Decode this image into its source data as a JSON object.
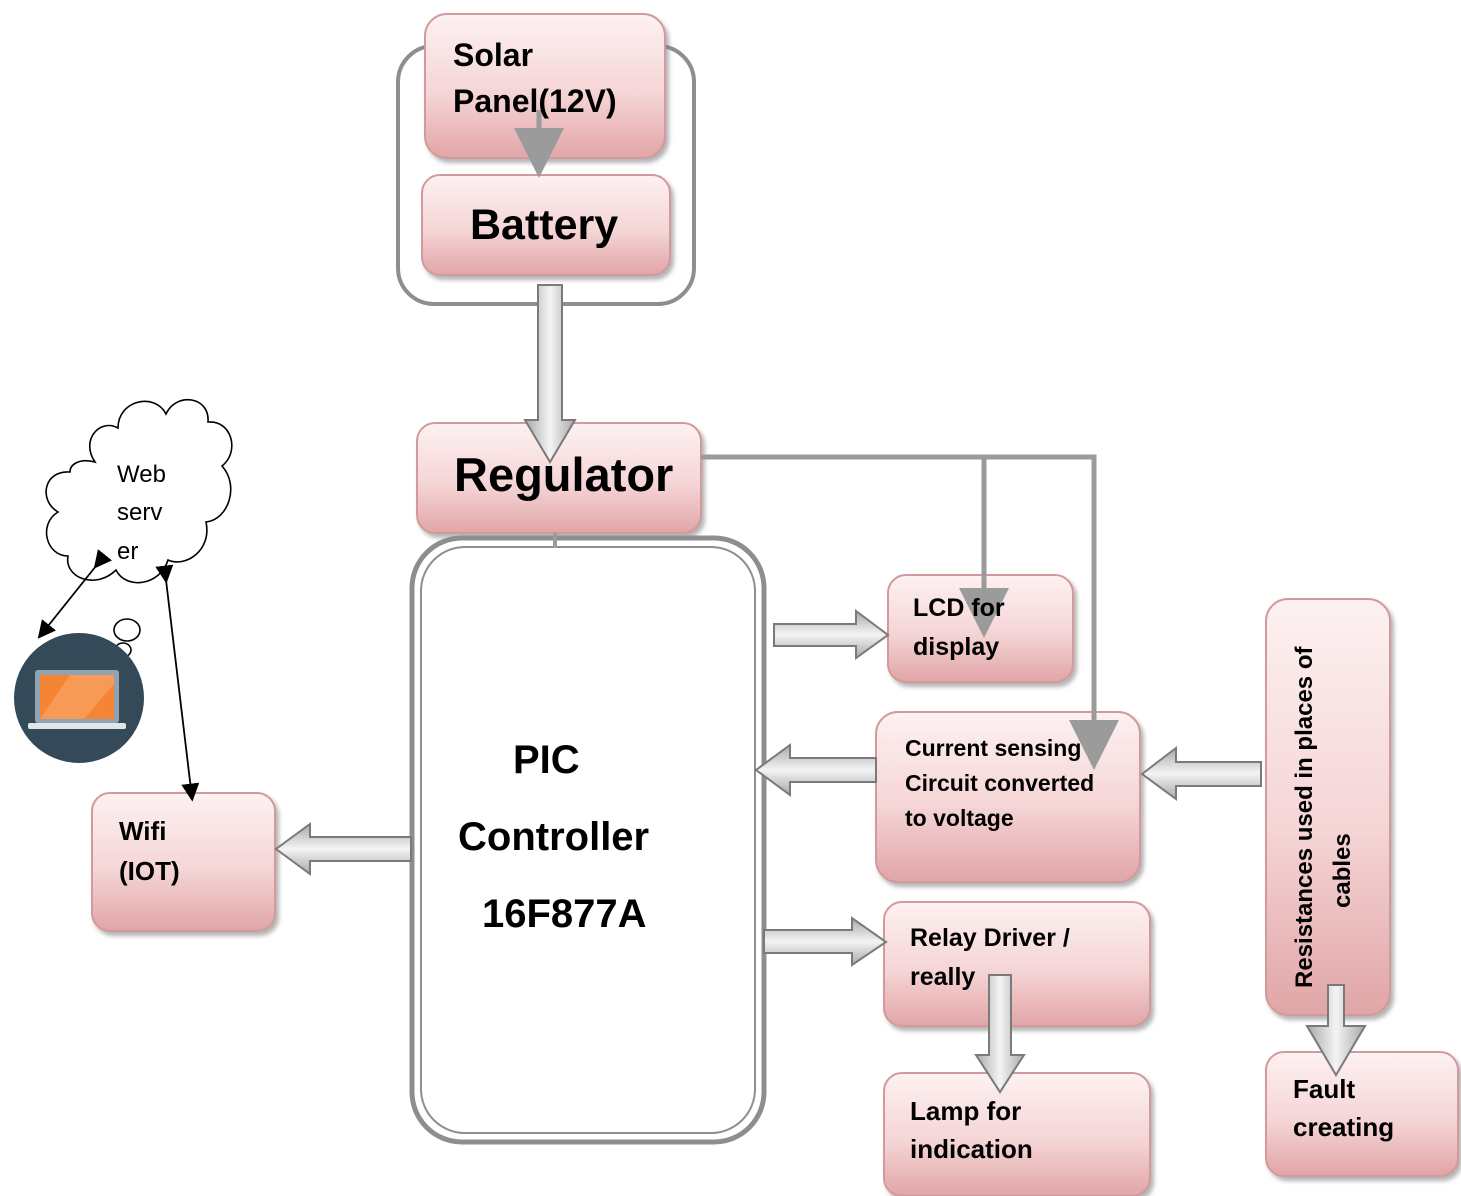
{
  "blocks": {
    "solar_panel": [
      "Solar",
      "Panel(12V)"
    ],
    "battery": "Battery",
    "regulator": "Regulator",
    "pic_controller": [
      "PIC",
      "Controller",
      "16F877A"
    ],
    "lcd": [
      "LCD for",
      "display"
    ],
    "current_sensing": [
      "Current sensing",
      "Circuit converted",
      "to voltage"
    ],
    "relay_driver": [
      "Relay Driver /",
      "really"
    ],
    "lamp": [
      "Lamp for",
      "indication"
    ],
    "resistances": [
      "Resistances used in places of",
      "cables"
    ],
    "fault": [
      "Fault",
      "creating"
    ],
    "wifi": [
      "Wifi",
      "(IOT)"
    ],
    "web_server": [
      "Web",
      "serv",
      "er"
    ]
  },
  "icons": {
    "laptop": "laptop-icon",
    "cloud": "cloud-icon"
  },
  "colors": {
    "block_fill_top": "#fbe9e9",
    "block_fill_bottom": "#e3a9ab",
    "block_border": "#c9888a",
    "arrow_fill": "#d6d6d6",
    "arrow_border": "#8a8a8a",
    "laptop_circle": "#344a59",
    "laptop_screen": "#f58534"
  }
}
